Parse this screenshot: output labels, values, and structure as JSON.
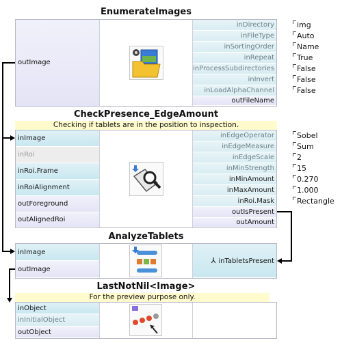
{
  "blocks": {
    "enumerate": {
      "title": "EnumerateImages",
      "outputs_left": [
        "outImage"
      ],
      "inputs": [
        "inDirectory",
        "inFileType",
        "inSortingOrder",
        "inRepeat",
        "inProcessSubdirectories",
        "inInvert",
        "inLoadAlphaChannel"
      ],
      "out_right": "outFileName",
      "values": [
        "img",
        "Auto",
        "Name",
        "True",
        "False",
        "False",
        "False"
      ]
    },
    "check": {
      "title": "CheckPresence_EdgeAmount",
      "note": "Checking if tablets are in the position to inspection.",
      "left_ports": [
        "inImage",
        "inRoi",
        "inRoi.Frame",
        "inRoiAlignment",
        "outForeground",
        "outAlignedRoi"
      ],
      "inputs": [
        "inEdgeOperator",
        "inEdgeMeasure",
        "inEdgeScale",
        "inMinStrength",
        "inMinAmount",
        "inMaxAmount",
        "inRoi.Mask"
      ],
      "outputs_right": [
        "outIsPresent",
        "outAmount"
      ],
      "values": [
        "Sobel",
        "Sum",
        "2",
        "15",
        "0.270",
        "1.000",
        "Rectangle"
      ]
    },
    "analyze": {
      "title": "AnalyzeTablets",
      "left_ports": [
        "inImage",
        "outImage"
      ],
      "right_input": "inTabletsPresent"
    },
    "lastnotnil": {
      "title": "LastNotNil<Image>",
      "note": "For the preview purpose only.",
      "left_ports": [
        "inObject",
        "inInitialObject",
        "outObject"
      ]
    }
  },
  "colors": {
    "input_port": "#cfe9f1",
    "output_port": "#e7e7f7",
    "note_bg": "#fffbcc",
    "wire": "#000000"
  },
  "icons": [
    "folder-images-icon",
    "magnifier-check-icon",
    "analyze-blocks-icon",
    "last-not-nil-icon",
    "branch-icon"
  ]
}
